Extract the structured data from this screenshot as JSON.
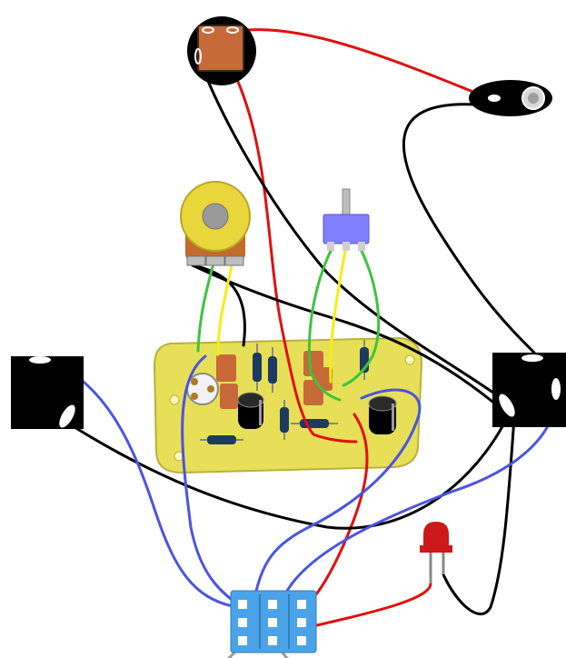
{
  "diagram": {
    "type": "guitar-pedal-wiring",
    "colors": {
      "background": "#ffffff",
      "pcb": "#e8df58",
      "pcb_dark": "#b9b13c",
      "jack": "#000000",
      "dc_jack_body": "#c8693a",
      "pot": "#e8d63a",
      "pot_legs": "#c46a2a",
      "toggle_switch": "#7f7fff",
      "footswitch": "#4aa3e6",
      "led": "#cc1a1a",
      "film_cap": "#c8693a",
      "elec_cap": "#000000",
      "resistor": "#1b3b60"
    },
    "wire_colors": {
      "black": "#000000",
      "red": "#e01010",
      "blue": "#4a55e0",
      "green": "#3ec33e",
      "yellow": "#f5ef12",
      "grey": "#9a9a9a"
    },
    "components": [
      {
        "id": "dc-power-jack",
        "icon": "dc-jack-icon"
      },
      {
        "id": "battery-snap",
        "icon": "battery-clip-icon"
      },
      {
        "id": "potentiometer",
        "icon": "potentiometer-icon"
      },
      {
        "id": "toggle-switch",
        "icon": "toggle-switch-icon"
      },
      {
        "id": "circuit-board",
        "icon": "pcb-icon"
      },
      {
        "id": "input-jack",
        "icon": "audio-jack-icon"
      },
      {
        "id": "output-jack",
        "icon": "audio-jack-icon"
      },
      {
        "id": "led",
        "icon": "led-icon"
      },
      {
        "id": "footswitch-3pdt",
        "icon": "footswitch-icon"
      }
    ]
  }
}
